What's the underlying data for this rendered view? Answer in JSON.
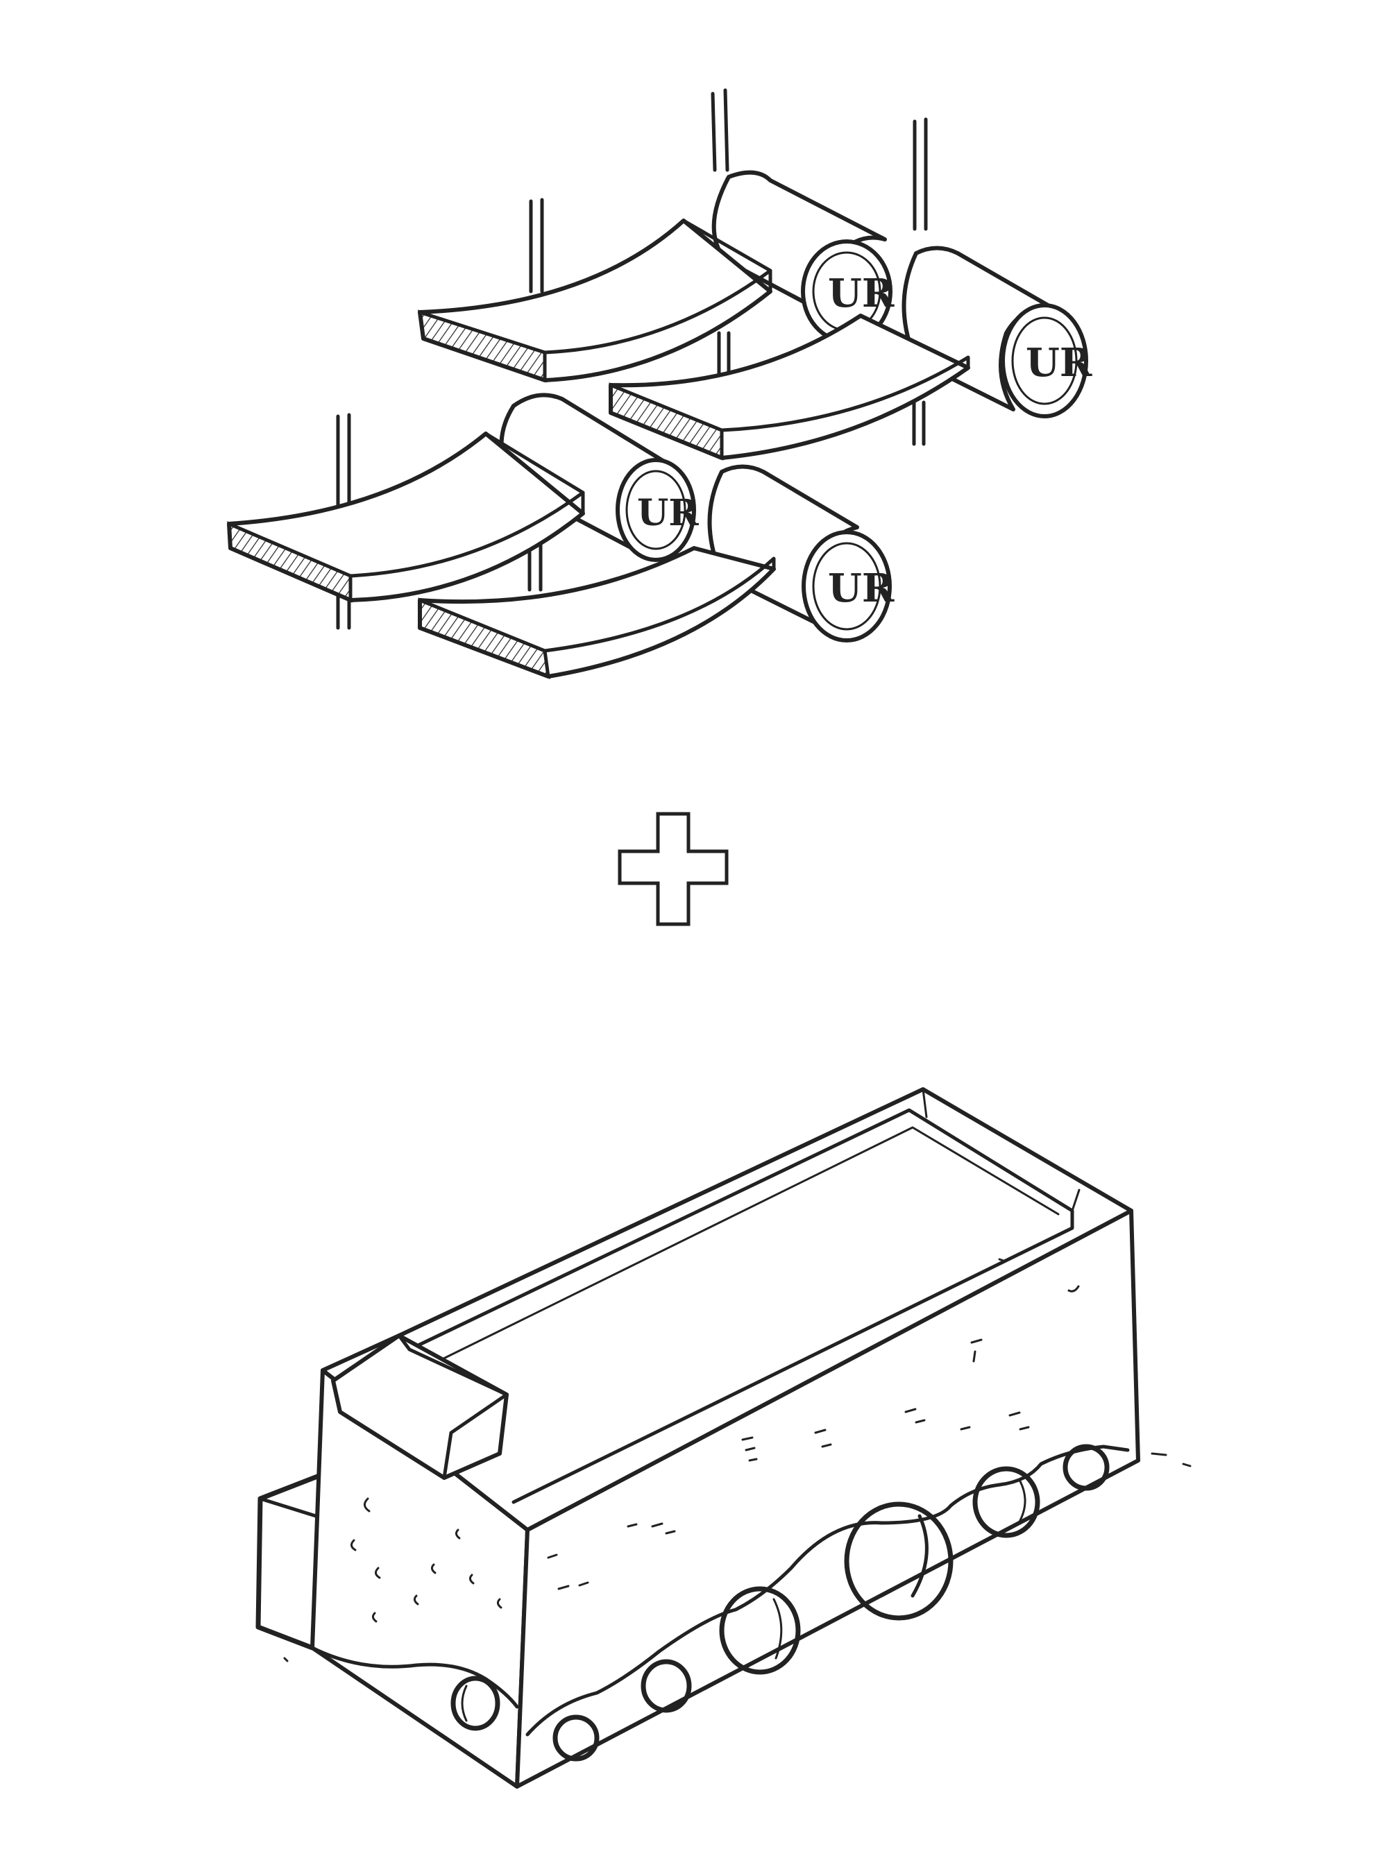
{
  "sketch": {
    "roller_logo": "UR",
    "ink_color": "#222222",
    "paper_color": "#ffffff",
    "icons": [
      "shelf-roller-sketch",
      "plus-sign",
      "box-block-sketch"
    ]
  }
}
